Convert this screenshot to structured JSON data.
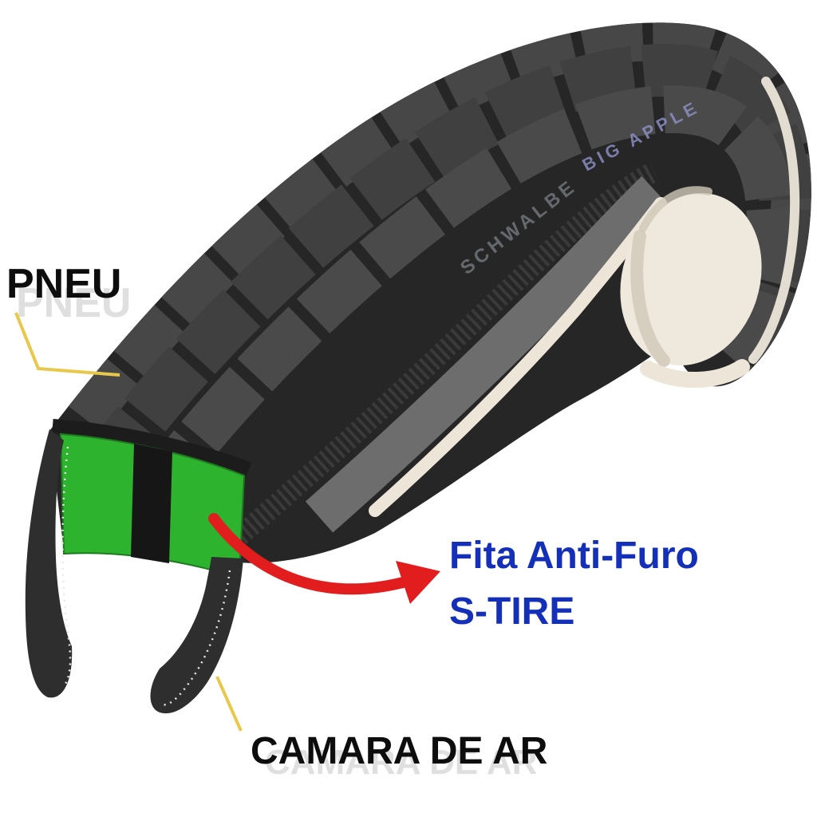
{
  "page": {
    "background_color": "#ffffff"
  },
  "diagram": {
    "colors": {
      "tape_strip": "#2db32d",
      "arrow": "#e21d1d",
      "callout": "#e8c84a",
      "tape_label": "#1430b8",
      "label_text": "#0d0d0d",
      "ghost_text": "#c6c6c6"
    },
    "labels": {
      "tire": "PNEU",
      "tube": "CAMARA DE AR",
      "tape_line1": "Fita Anti-Furo",
      "tape_line2": "S-TIRE"
    },
    "sidewall": {
      "brand": "SCHWALBE",
      "model": "BIG APPLE"
    }
  }
}
